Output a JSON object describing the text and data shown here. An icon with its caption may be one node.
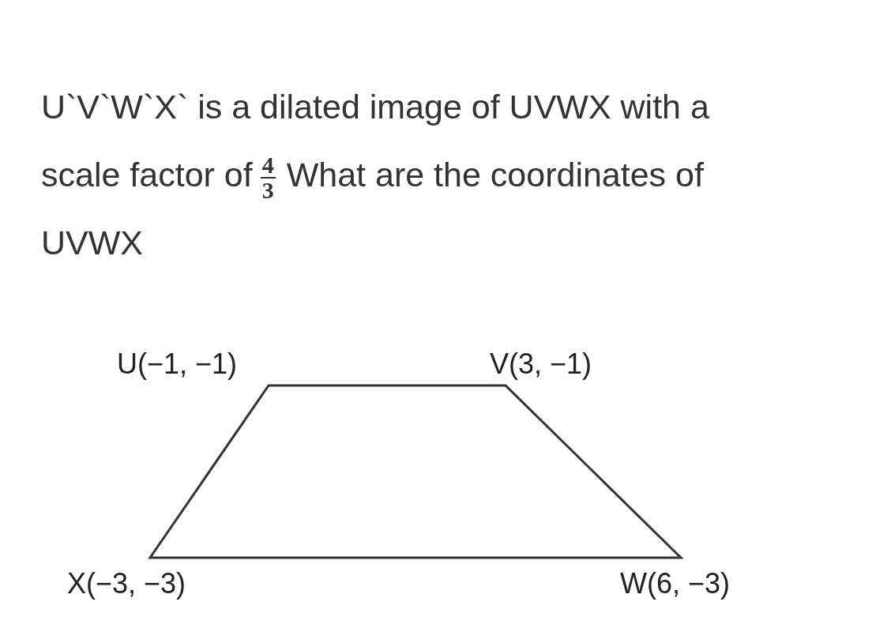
{
  "diagram": {
    "nodes": [
      {
        "text": [],
        "shape": "trapezoid"
      }
    ],
    "labels": [
      "U`V`W`X` is a dilated image of UVWX with a scale factor of",
      "4",
      "3",
      "What are the coordinates of UVWX",
      "U(−1, −1)",
      "V(3, −1)",
      "X(−3, −3)",
      "W(6, −3)"
    ]
  }
}
